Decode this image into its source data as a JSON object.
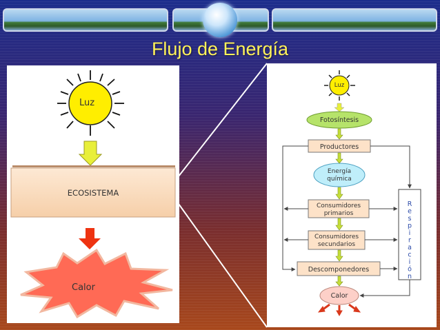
{
  "title": "Flujo de Energía",
  "left_diagram": {
    "sun_label": "Luz",
    "ecosystem_label": "ECOSISTEMA",
    "heat_label": "Calor"
  },
  "right_diagram": {
    "sun_label": "Luz",
    "photosynthesis": "Fotosíntesis",
    "producers": "Productores",
    "chemical_energy_line1": "Energía",
    "chemical_energy_line2": "química",
    "primary_consumers_line1": "Consumidores",
    "primary_consumers_line2": "primarios",
    "secondary_consumers_line1": "Consumidores",
    "secondary_consumers_line2": "secundarios",
    "decomposers": "Descomponedores",
    "heat": "Calor",
    "respiration_letters": [
      "R",
      "e",
      "s",
      "p",
      "i",
      "r",
      "a",
      "c",
      "i",
      "ó",
      "n"
    ]
  }
}
